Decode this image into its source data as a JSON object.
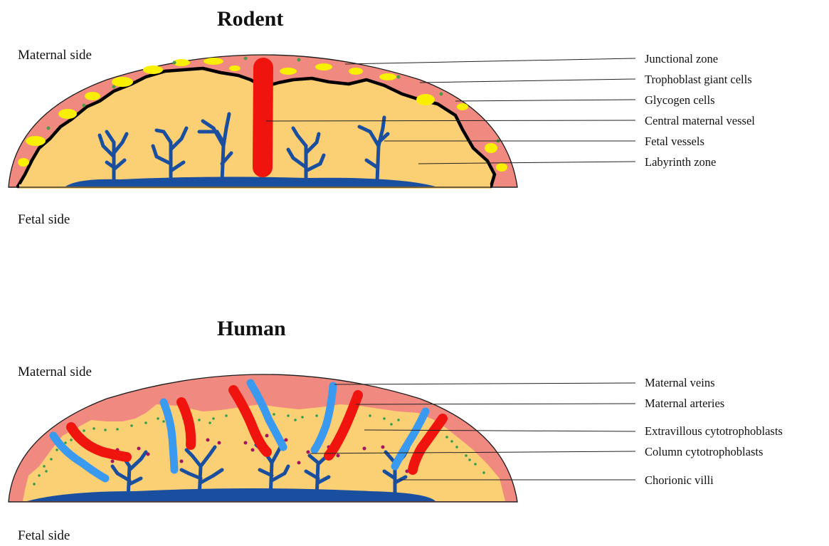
{
  "rodent": {
    "title": "Rodent",
    "maternal_side": "Maternal side",
    "fetal_side": "Fetal side",
    "labels": [
      "Junctional zone",
      "Trophoblast giant cells",
      "Glycogen cells",
      "Central maternal  vessel",
      "Fetal vessels",
      "Labyrinth zone"
    ]
  },
  "human": {
    "title": "Human",
    "maternal_side": "Maternal side",
    "fetal_side": "Fetal side",
    "labels": [
      "Maternal veins",
      "Maternal arteries",
      "Extravillous cytotrophoblasts",
      "Column cytotrophoblasts",
      "Chorionic villi"
    ]
  },
  "colors": {
    "junctional_zone": "#F08A80",
    "labyrinth": "#FBCF74",
    "fetal_vessel": "#1A4FA0",
    "maternal_artery": "#F0140F",
    "maternal_vein": "#3A9AF0",
    "glycogen": "#F8F000",
    "extravillous": "#2E9E50",
    "column_cells": "#A01460",
    "giant_cell_border": "#000000"
  }
}
